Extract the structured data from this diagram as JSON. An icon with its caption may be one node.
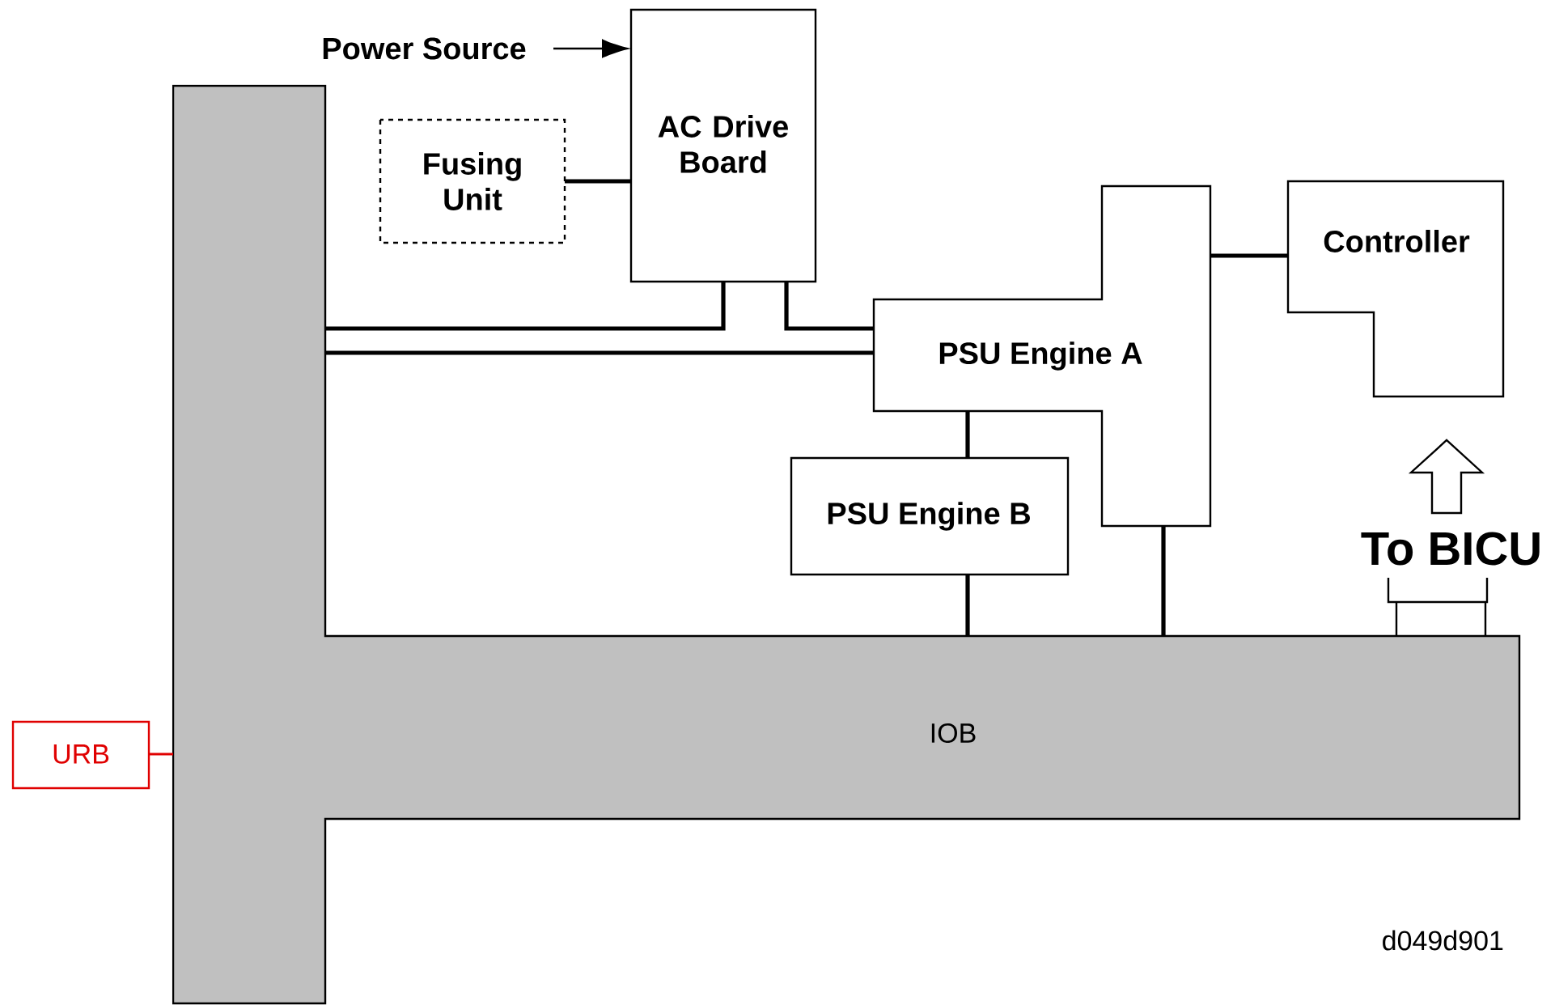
{
  "diagram": {
    "nodes": [
      {
        "text": [
          "Power Source"
        ]
      },
      {
        "text": [
          "AC Drive Board"
        ]
      },
      {
        "text": [
          "Fusing Unit"
        ]
      },
      {
        "text": [
          "PSU Engine A"
        ]
      },
      {
        "text": [
          "Controller"
        ]
      },
      {
        "text": [
          "PSU Engine B"
        ]
      },
      {
        "text": [
          "IOB"
        ]
      },
      {
        "text": [
          "URB"
        ]
      },
      {
        "text": [
          "To BICU"
        ]
      }
    ],
    "edges": [
      {
        "from": 0,
        "to": 1,
        "arrow": "to"
      },
      {
        "from": 2,
        "to": 1,
        "arrow": "none"
      },
      {
        "from": 6,
        "to": 1,
        "arrow": "none"
      },
      {
        "from": 1,
        "to": 3,
        "arrow": "none"
      },
      {
        "from": 6,
        "to": 3,
        "arrow": "none"
      },
      {
        "from": 3,
        "to": 4,
        "arrow": "none"
      },
      {
        "from": 3,
        "to": 5,
        "arrow": "none"
      },
      {
        "from": 5,
        "to": 6,
        "arrow": "none"
      },
      {
        "from": 3,
        "to": 6,
        "arrow": "none"
      },
      {
        "from": 7,
        "to": 6,
        "arrow": "none",
        "color": "#e00000"
      },
      {
        "from": 8,
        "to": 6,
        "arrow": "none"
      },
      {
        "from": 8,
        "to": 4,
        "arrow": "to"
      }
    ],
    "labels": [
      "d049d901"
    ]
  }
}
